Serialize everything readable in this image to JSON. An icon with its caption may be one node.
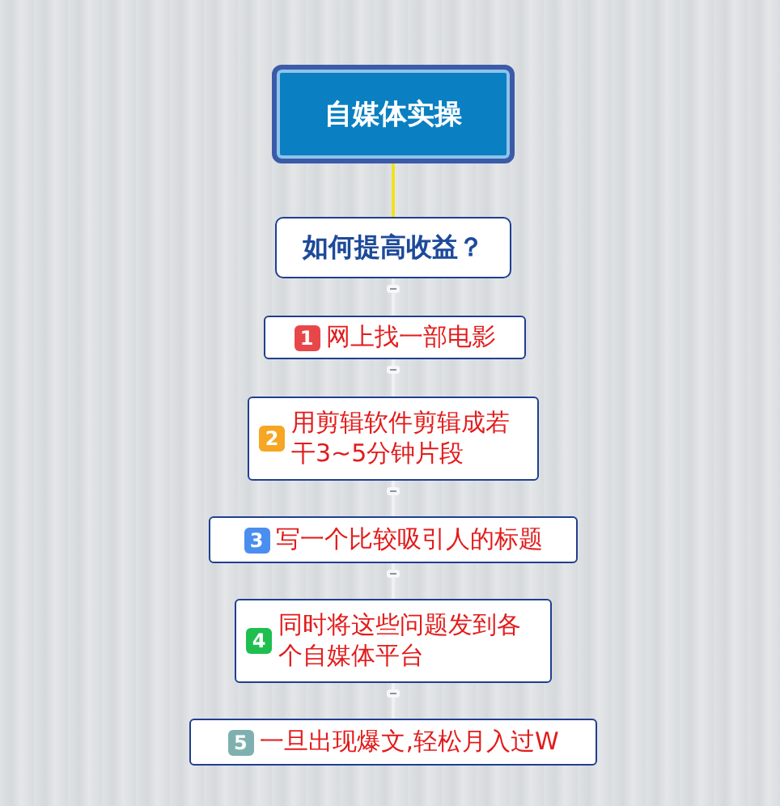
{
  "diagram": {
    "nodes": [
      {
        "text": [
          "自媒体实操"
        ]
      },
      {
        "text": [
          "如何提高收益？"
        ]
      },
      {
        "text": [
          "1",
          "网上找一部电影"
        ]
      },
      {
        "text": [
          "2",
          "用剪辑软件剪辑成若干3~5分钟片段"
        ]
      },
      {
        "text": [
          "3",
          "写一个比较吸引人的标题"
        ]
      },
      {
        "text": [
          "4",
          "同时将这些问题发到各个自媒体平台"
        ]
      },
      {
        "text": [
          "5",
          "一旦出现爆文,轻松月入过W"
        ]
      }
    ],
    "edges": [
      {
        "from": 0,
        "to": 1,
        "arrow": "none",
        "color": "#f2e21c"
      },
      {
        "from": 1,
        "to": 2,
        "arrow": "none"
      },
      {
        "from": 2,
        "to": 3,
        "arrow": "none"
      },
      {
        "from": 3,
        "to": 4,
        "arrow": "none"
      },
      {
        "from": 4,
        "to": 5,
        "arrow": "none"
      },
      {
        "from": 5,
        "to": 6,
        "arrow": "none"
      }
    ]
  }
}
